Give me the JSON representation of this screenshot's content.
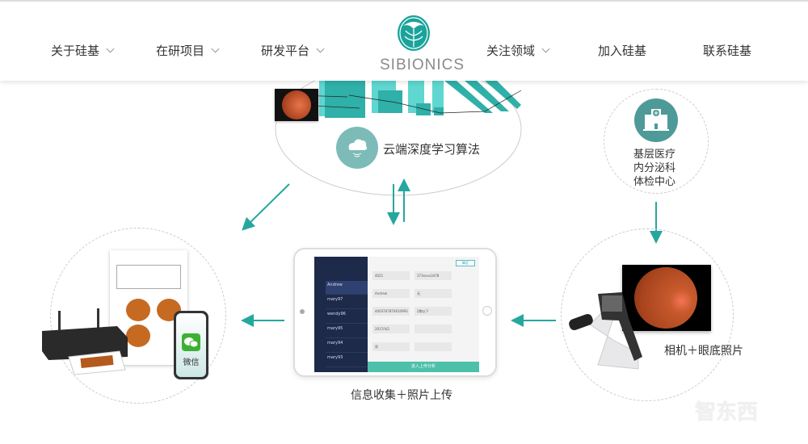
{
  "nav": {
    "items": [
      {
        "label": "关于硅基",
        "has_dropdown": true
      },
      {
        "label": "在研项目",
        "has_dropdown": true
      },
      {
        "label": "研发平台",
        "has_dropdown": true
      },
      {
        "label": "关注领域",
        "has_dropdown": true
      },
      {
        "label": "加入硅基",
        "has_dropdown": false
      },
      {
        "label": "联系硅基",
        "has_dropdown": false
      }
    ],
    "logo_text": "SIBIONICS"
  },
  "diagram": {
    "cloud_label": "云端深度学习算法",
    "hospital_lines": [
      "基层医疗",
      "内分泌科",
      "体检中心"
    ],
    "camera_label": "相机＋眼底照片",
    "tablet_caption": "信息收集＋照片上传",
    "wechat_label": "微信",
    "tablet": {
      "patients": [
        "Andrew",
        "mary97",
        "wendy96",
        "mary95",
        "mary94",
        "mary93"
      ],
      "fields": [
        "4021",
        "173xxxx3478",
        "Andrew",
        "无",
        "4403767874610993",
        "2期以下",
        "2017/4/2",
        "",
        "男",
        ""
      ],
      "upload_button": "进入上传分析",
      "confirm_button": "确定"
    }
  },
  "colors": {
    "accent": "#1aa39a",
    "arrow": "#25a79f",
    "cloud_circle": "#7dbbb8",
    "hospital_circle": "#4e9a98"
  },
  "watermark": "智东西"
}
